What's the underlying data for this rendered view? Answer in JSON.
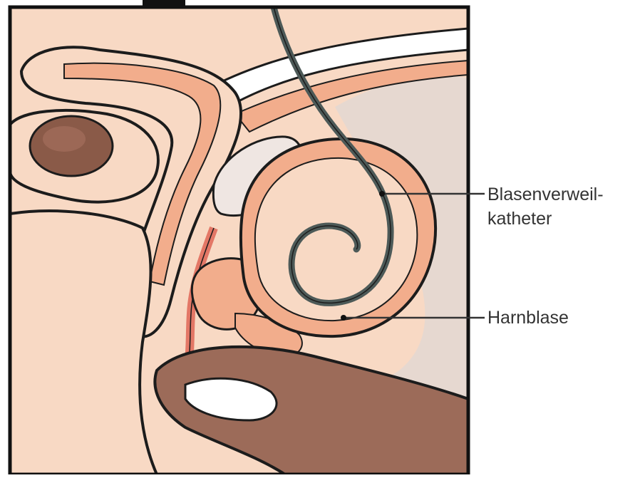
{
  "labels": {
    "catheter_line1": "Blasenverweil-",
    "catheter_line2": "katheter",
    "bladder": "Harnblase"
  },
  "colors": {
    "skin": "#f8d9c4",
    "tissue_orange": "#f2ad8c",
    "vessel_red": "#e37766",
    "bowel_brown": "#9c6b59",
    "testis_brown": "#8a5a48",
    "bone_gray": "#e6d8d0",
    "catheter_gray": "#4d5a58",
    "outline": "#1c1c1c",
    "label_text": "#333333"
  }
}
